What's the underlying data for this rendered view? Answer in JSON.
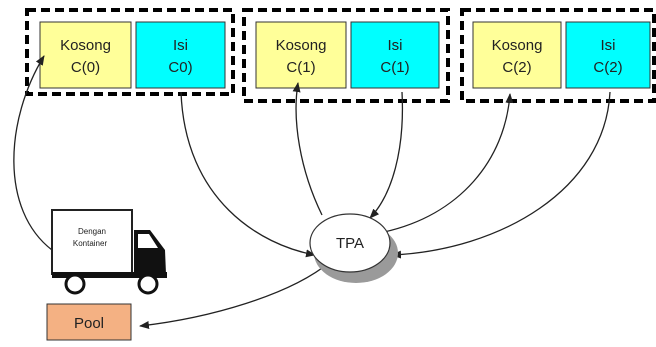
{
  "groups": [
    {
      "empty": {
        "line1": "Kosong",
        "line2": "C(0)"
      },
      "full": {
        "line1": "Isi",
        "line2": "C0)"
      }
    },
    {
      "empty": {
        "line1": "Kosong",
        "line2": "C(1)"
      },
      "full": {
        "line1": "Isi",
        "line2": "C(1)"
      }
    },
    {
      "empty": {
        "line1": "Kosong",
        "line2": "C(2)"
      },
      "full": {
        "line1": "Isi",
        "line2": "C(2)"
      }
    }
  ],
  "tpa": {
    "label": "TPA"
  },
  "truck": {
    "line1": "Dengan",
    "line2": "Kontainer"
  },
  "pool": {
    "label": "Pool"
  },
  "colors": {
    "empty_box": "#ffff99",
    "full_box": "#00ffff",
    "pool_box": "#f4b183",
    "dashed_border": "#000000"
  }
}
